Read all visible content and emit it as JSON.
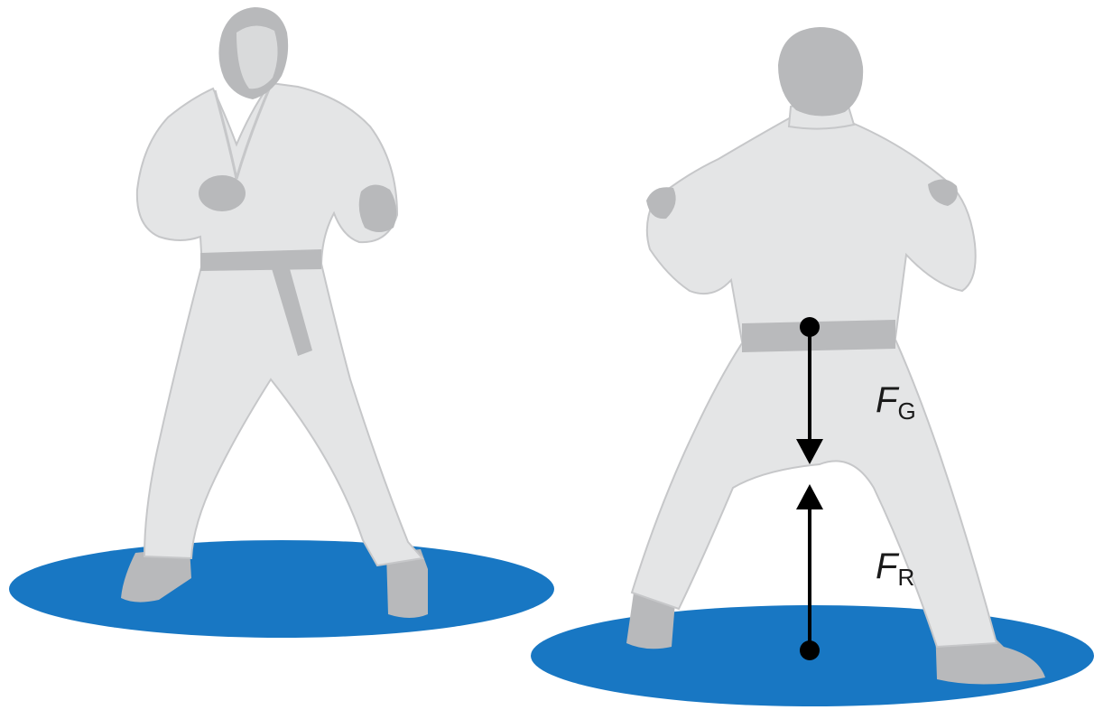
{
  "colors": {
    "mat": "#1877c3",
    "gi": "#e4e5e6",
    "gi_outline": "#c6c7c9",
    "skin_shadow": "#b8b9bb",
    "belt": "#b9babc",
    "arrow": "#000000",
    "background": "#ffffff"
  },
  "figures": [
    {
      "name": "karateka-front-view",
      "description_icon": "martial-artist-icon"
    },
    {
      "name": "karateka-back-view",
      "description_icon": "martial-artist-icon"
    }
  ],
  "forces": {
    "gravity": {
      "symbol": "F",
      "subscript": "G",
      "direction": "down"
    },
    "reaction": {
      "symbol": "F",
      "subscript": "R",
      "direction": "up"
    }
  }
}
